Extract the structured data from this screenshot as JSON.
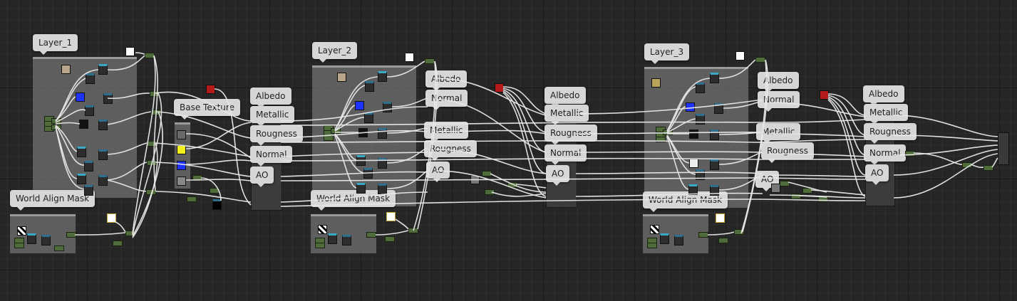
{
  "editor": {
    "layers": [
      {
        "title": "Layer_1",
        "mask_title": "World Align Mask"
      },
      {
        "title": "Layer_2",
        "mask_title": "World Align Mask"
      },
      {
        "title": "Layer_3",
        "mask_title": "World Align Mask"
      }
    ],
    "base_texture": "Base Texture",
    "material_pins": [
      "Albedo",
      "Metallic",
      "Rougness",
      "Normal",
      "AO"
    ],
    "blend_pins": [
      "Albedo",
      "Normal",
      "Metallic",
      "Rougness",
      "AO"
    ],
    "colors": {
      "wire": "#e8e8e8",
      "graph_background": "#262626",
      "comment_box": "#8c8c8c",
      "label_bg": "#d6d6d6",
      "pin_blue": "#1e32ff",
      "pin_yellow": "#f4f21a",
      "pin_red": "#b51a1a"
    }
  }
}
